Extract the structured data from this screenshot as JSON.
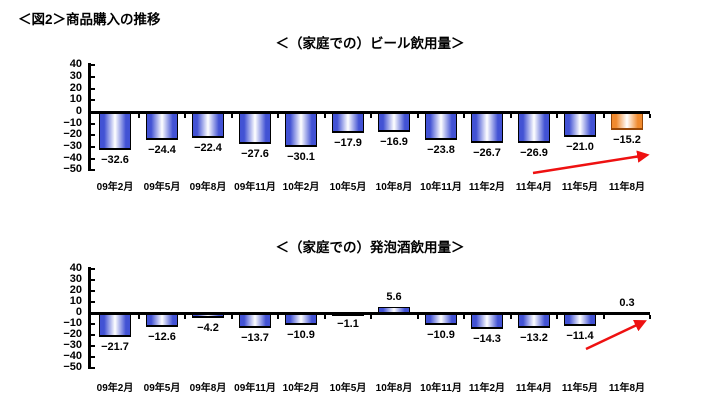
{
  "page_title": "＜図2＞商品購入の推移",
  "chart_data": [
    {
      "type": "bar",
      "title": "＜（家庭での）ビール飲用量＞",
      "categories": [
        "09年2月",
        "09年5月",
        "09年8月",
        "09年11月",
        "10年2月",
        "10年5月",
        "10年8月",
        "10年11月",
        "11年2月",
        "11年4月",
        "11年5月",
        "11年8月"
      ],
      "values": [
        -32.6,
        -24.4,
        -22.4,
        -27.6,
        -30.1,
        -17.9,
        -16.9,
        -23.8,
        -26.7,
        -26.9,
        -21.0,
        -15.2
      ],
      "ylim": [
        -50,
        40
      ],
      "yticks": [
        40,
        30,
        20,
        10,
        0,
        -10,
        -20,
        -30,
        -40,
        -50
      ],
      "grid": false,
      "legend": false,
      "bar_style": {
        "fill_edge": "#4252d4",
        "fill_center": "#ffffff",
        "border": "#000000"
      },
      "highlight": {
        "index": 11,
        "fill_edge": "#f08a2e",
        "fill_center": "#ffffff",
        "border": "#974706"
      },
      "annotation": {
        "type": "trend-arrow",
        "color": "#ee1111"
      }
    },
    {
      "type": "bar",
      "title": "＜（家庭での）発泡酒飲用量＞",
      "categories": [
        "09年2月",
        "09年5月",
        "09年8月",
        "09年11月",
        "10年2月",
        "10年5月",
        "10年8月",
        "10年11月",
        "11年2月",
        "11年4月",
        "11年5月",
        "11年8月"
      ],
      "values": [
        -21.7,
        -12.6,
        -4.2,
        -13.7,
        -10.9,
        -1.1,
        5.6,
        -10.9,
        -14.3,
        -13.2,
        -11.4,
        0.3
      ],
      "ylim": [
        -50,
        40
      ],
      "yticks": [
        40,
        30,
        20,
        10,
        0,
        -10,
        -20,
        -30,
        -40,
        -50
      ],
      "grid": false,
      "legend": false,
      "bar_style": {
        "fill_edge": "#4252d4",
        "fill_center": "#ffffff",
        "border": "#000000"
      },
      "highlight": null,
      "annotation": {
        "type": "trend-arrow",
        "color": "#ee1111"
      }
    }
  ]
}
